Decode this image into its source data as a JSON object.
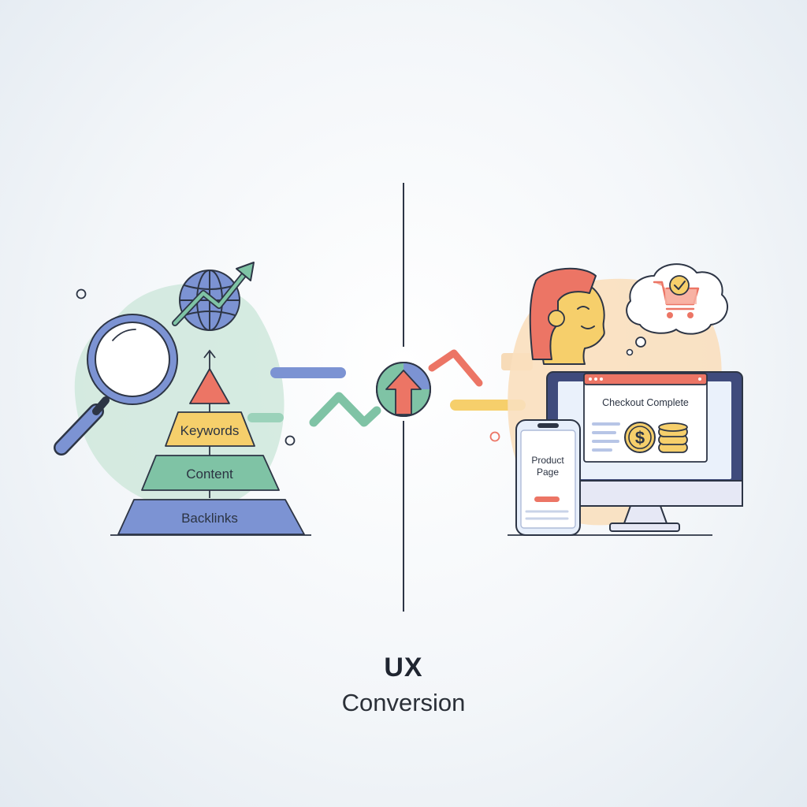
{
  "pyramid": {
    "top_label": "Keywords",
    "middle_label": "Content",
    "bottom_label": "Backlinks"
  },
  "phone": {
    "title_line1": "Product",
    "title_line2": "Page"
  },
  "monitor": {
    "window_title": "Checkout Complete"
  },
  "caption": {
    "title": "UX",
    "subtitle": "Conversion"
  },
  "colors": {
    "blue": "#7c93d3",
    "green": "#7fc3a5",
    "yellow": "#f6cf6b",
    "coral": "#ec7565",
    "navy": "#3f4b7c",
    "outline": "#2d3545"
  }
}
